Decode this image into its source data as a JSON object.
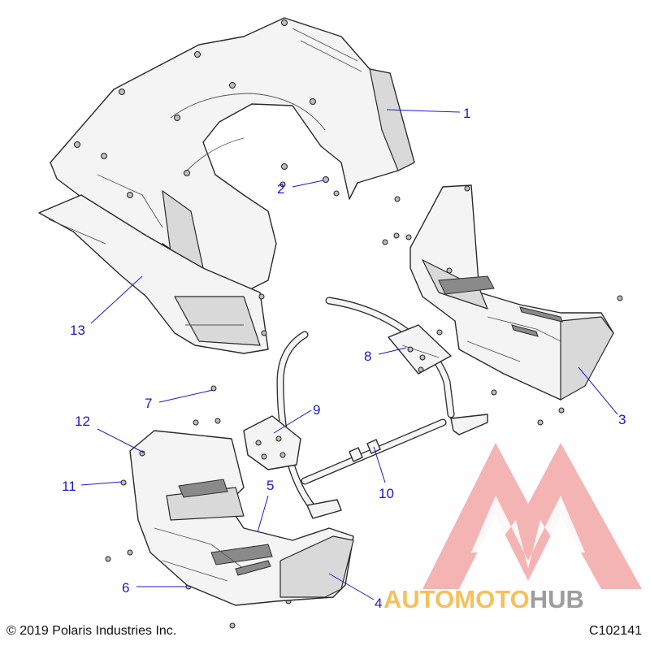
{
  "callouts": [
    {
      "id": "1",
      "label": "1"
    },
    {
      "id": "2",
      "label": "2"
    },
    {
      "id": "3",
      "label": "3"
    },
    {
      "id": "4",
      "label": "4"
    },
    {
      "id": "5",
      "label": "5"
    },
    {
      "id": "6",
      "label": "6"
    },
    {
      "id": "7",
      "label": "7"
    },
    {
      "id": "8",
      "label": "8"
    },
    {
      "id": "9",
      "label": "9"
    },
    {
      "id": "10",
      "label": "10"
    },
    {
      "id": "11",
      "label": "11"
    },
    {
      "id": "12",
      "label": "12"
    },
    {
      "id": "13",
      "label": "13"
    }
  ],
  "footer": {
    "copyright": "© 2019 Polaris Industries Inc.",
    "figure_code": "C102141"
  },
  "watermark": {
    "text_part1": "AUTOMOTO",
    "text_part2": "HUB",
    "color_primary": "#f08a8a",
    "color_accent": "#f5b640",
    "color_secondary": "#8c8c8c"
  },
  "colors": {
    "callout": "#1a1acc",
    "line": "#2a2a2a"
  }
}
